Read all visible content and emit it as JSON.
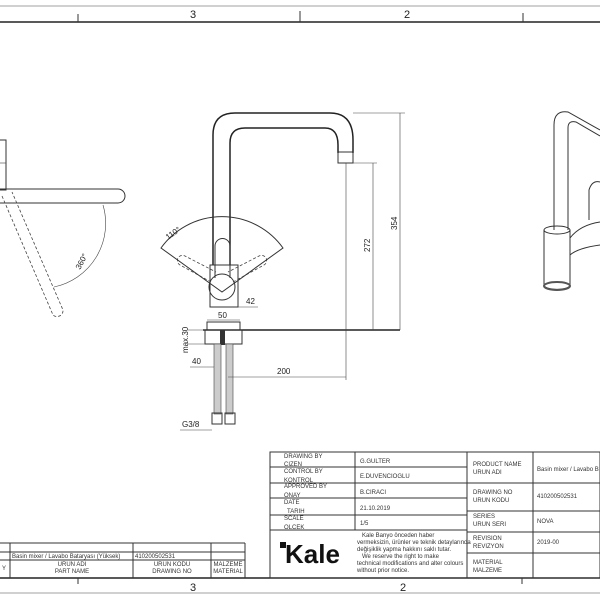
{
  "frame": {
    "top_zones": [
      "3",
      "2"
    ],
    "bottom_zones": [
      "3",
      "2"
    ]
  },
  "dimensions": {
    "angle_swivel": "360°",
    "angle_lever": "110°",
    "total_height": "354",
    "spout_height": "272",
    "spout_reach": "200",
    "body_diameter": "42",
    "base_diameter": "50",
    "max_counter_thickness": "max.30",
    "hole_diameter": "40",
    "connection": "G3/8"
  },
  "title_block": {
    "drawing_by_label": [
      "DRAWING BY",
      "CIZEN"
    ],
    "drawing_by_value": "G.GULTER",
    "control_by_label": [
      "CONTROL BY",
      "KONTROL"
    ],
    "control_by_value": "E.DUVENCIOGLU",
    "approved_by_label": [
      "APPROVED BY",
      "ONAY"
    ],
    "approved_by_value": "B.CIRACI",
    "date_label": [
      "DATE",
      "TARIH"
    ],
    "date_value": "21.10.2019",
    "scale_label": [
      "SCALE",
      "OLCEK"
    ],
    "scale_value": "1/5",
    "product_name_label": [
      "PRODUCT NAME",
      "URUN ADI"
    ],
    "product_name_value": "Basin mixer / Lavabo B",
    "drawing_no_label": [
      "DRAWING NO",
      "URUN KODU"
    ],
    "drawing_no_value": "410200502531",
    "series_label": [
      "SERIES",
      "URUN SERI"
    ],
    "series_value": "NOVA",
    "revision_label": [
      "REVISION",
      "REVIZYON"
    ],
    "revision_value": "2019-00",
    "material_label": [
      "MATERIAL",
      "MALZEME"
    ],
    "material_value": "",
    "logo_text": "Kale",
    "notice": [
      "Kale Banyo önceden haber",
      "vermeksizin, ürünler ve teknik detaylarında",
      "değişiklik yapma hakkını saklı tutar.",
      "We reserve the right to make",
      "technical modifications and alter colours",
      "without prior notice."
    ]
  },
  "parts_list": {
    "part_name": "Basin mixer / Lavabo Bataryası (Yüksek)",
    "drawing_no": "410200502531",
    "headers": {
      "left_cut": "Y",
      "part_name": [
        "URUN ADI",
        "PART NAME"
      ],
      "drawing_no": [
        "URUN KODU",
        "DRAWING NO"
      ],
      "material": [
        "MALZEME",
        "MATERIAL"
      ]
    }
  }
}
